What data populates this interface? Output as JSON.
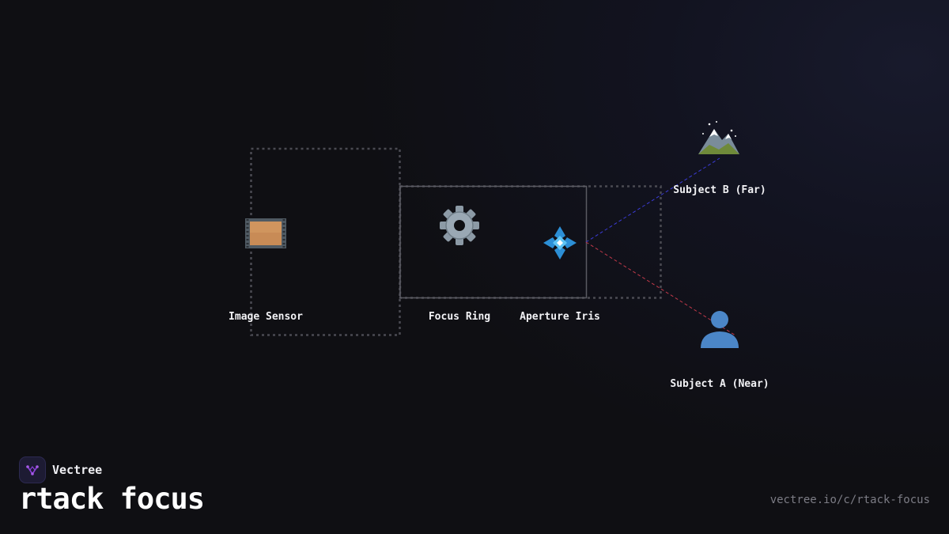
{
  "diagram": {
    "nodes": {
      "image_sensor": {
        "label": "Image Sensor",
        "icon": "film-strip-icon"
      },
      "focus_ring": {
        "label": "Focus Ring",
        "icon": "gear-icon"
      },
      "aperture_iris": {
        "label": "Aperture Iris",
        "icon": "diamond-iris-icon"
      },
      "subject_far": {
        "label": "Subject B (Far)",
        "icon": "mountain-icon"
      },
      "subject_near": {
        "label": "Subject A (Near)",
        "icon": "person-icon"
      }
    },
    "connections": [
      {
        "from": "aperture_iris",
        "to": "subject_far",
        "color": "#3b3bd6"
      },
      {
        "from": "aperture_iris",
        "to": "subject_near",
        "color": "#c0394a"
      }
    ]
  },
  "brand": {
    "name": "Vectree",
    "accent": "#8b3fd9"
  },
  "title": "rtack focus",
  "url": "vectree.io/c/rtack-focus"
}
